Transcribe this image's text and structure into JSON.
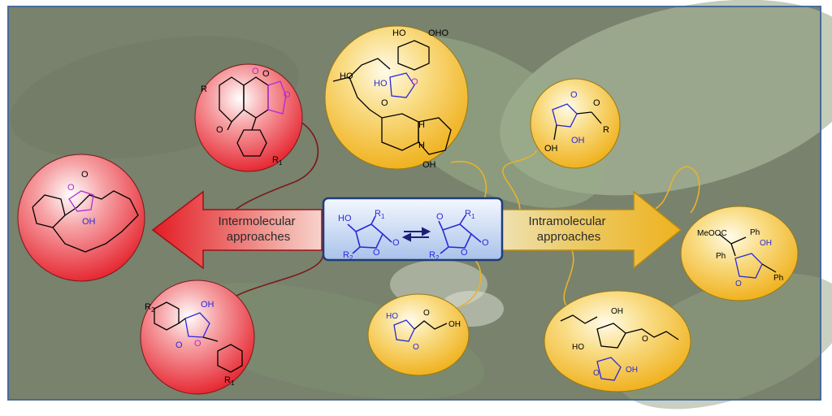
{
  "colors": {
    "red_node": "#e8232e",
    "yellow_node": "#f2b722",
    "blue_center": "#3b66c6",
    "structure_blue": "#2a2ad8",
    "structure_purple": "#b02ad8",
    "background_leaf": "#7f8a6f",
    "frame_border": "#4a6a9a"
  },
  "central": {
    "left_labels": {
      "oh": "HO",
      "r1": "R",
      "r1_sub": "1",
      "r2": "R",
      "r2_sub": "2",
      "o_ring": "O",
      "o_exo": "O"
    },
    "right_labels": {
      "o_top": "O",
      "r1": "R",
      "r1_sub": "1",
      "r2": "R",
      "r2_sub": "2",
      "o_ring": "O",
      "o_exo": "O"
    }
  },
  "arrows": {
    "left": {
      "line1": "Intermolecular",
      "line2": "approaches"
    },
    "right": {
      "line1": "Intramolecular",
      "line2": "approaches"
    }
  },
  "nodes": {
    "red_top": {
      "r": "R",
      "r1": "R",
      "r1_sub": "1",
      "o1": "O",
      "o2": "O",
      "o3": "O",
      "o4": "O"
    },
    "red_left": {
      "o_top": "O",
      "o_ring": "O",
      "oh": "OH"
    },
    "red_bottom": {
      "r2": "R",
      "r2_sub": "2",
      "oh": "OH",
      "o_ring": "O",
      "o_exo": "O",
      "r1": "R",
      "r1_sub": "1"
    },
    "yellow_top": {
      "ho1": "HO",
      "oho": "OHO",
      "ho_left": "HO",
      "ho_ring": "HO",
      "o1": "O",
      "o2": "O",
      "h1": "H",
      "h2": "H",
      "oh": "OH"
    },
    "yellow_small": {
      "o_exo": "O",
      "o_ketone": "O",
      "oh1": "OH",
      "oh2": "OH",
      "r": "R"
    },
    "yellow_bottom_left": {
      "ho": "HO",
      "o1": "O",
      "o2": "O",
      "oh": "OH"
    },
    "yellow_bottom_right": {
      "oh_top": "OH",
      "ho": "HO",
      "o_ketone": "O",
      "o_ring": "O",
      "oh": "OH"
    },
    "yellow_right": {
      "meooc": "MeOOC",
      "ph1": "Ph",
      "ph2": "Ph",
      "oh": "OH",
      "ph3": "Ph",
      "o_ring": "O"
    }
  }
}
